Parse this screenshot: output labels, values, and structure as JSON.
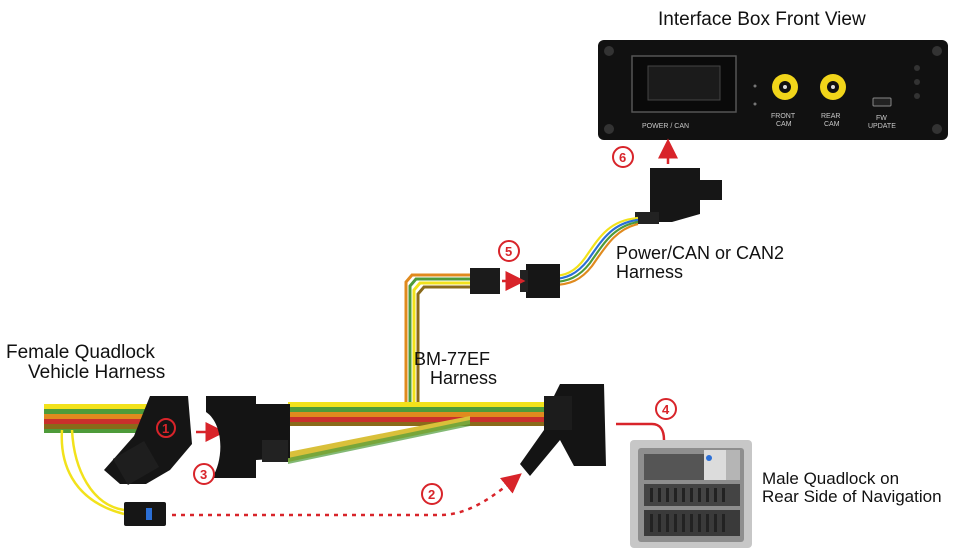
{
  "labels": {
    "interface_title": "Interface Box Front View",
    "female_line1": "Female Quadlock",
    "female_line2": "Vehicle Harness",
    "power_line1": "Power/CAN or CAN2",
    "power_line2": "Harness",
    "bm_line1": "BM-77EF",
    "bm_line2": "Harness",
    "male_line1": "Male Quadlock on",
    "male_line2": "Rear Side of Navigation"
  },
  "interface_box": {
    "port_power_can": "POWER / CAN",
    "front_cam_1": "FRONT",
    "front_cam_2": "CAM",
    "rear_cam_1": "REAR",
    "rear_cam_2": "CAM",
    "fw_update_1": "FW",
    "fw_update_2": "UPDATE"
  },
  "steps": [
    "1",
    "2",
    "3",
    "4",
    "5",
    "6"
  ],
  "colors": {
    "step_red": "#d8242a",
    "wire_yellow": "#f2e21b",
    "wire_green": "#4e9b3a",
    "wire_red": "#c9302c",
    "wire_orange": "#e08a1e",
    "wire_blue": "#2b6fd6",
    "box_body": "#111111"
  }
}
